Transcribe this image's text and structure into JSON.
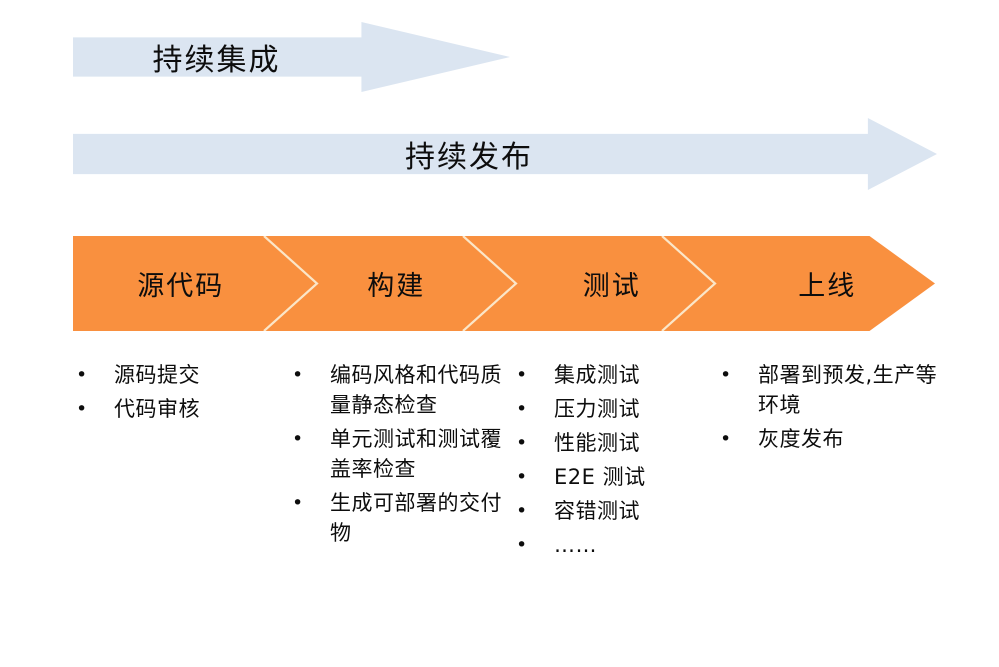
{
  "colors": {
    "banner_fill": "#dbe5f1",
    "stage_fill": "#f9903f",
    "chevron_divider": "#fbe6c8",
    "text": "#0d0d0d",
    "background": "#ffffff"
  },
  "banners": [
    {
      "id": "continuous-integration",
      "label": "持续集成"
    },
    {
      "id": "continuous-delivery",
      "label": "持续发布"
    }
  ],
  "stages": [
    {
      "id": "source-code",
      "label": "源代码"
    },
    {
      "id": "build",
      "label": "构建"
    },
    {
      "id": "test",
      "label": "测试"
    },
    {
      "id": "release",
      "label": "上线"
    }
  ],
  "bullet_symbol": "•",
  "details": [
    {
      "stage": "源代码",
      "items": [
        "源码提交",
        "代码审核"
      ]
    },
    {
      "stage": "构建",
      "items": [
        "编码风格和代码质量静态检查",
        "单元测试和测试覆盖率检查",
        "生成可部署的交付物"
      ]
    },
    {
      "stage": "测试",
      "items": [
        "集成测试",
        "压力测试",
        "性能测试",
        "E2E 测试",
        "容错测试",
        "……"
      ]
    },
    {
      "stage": "上线",
      "items": [
        "部署到预发,生产等环境",
        "灰度发布"
      ]
    }
  ]
}
